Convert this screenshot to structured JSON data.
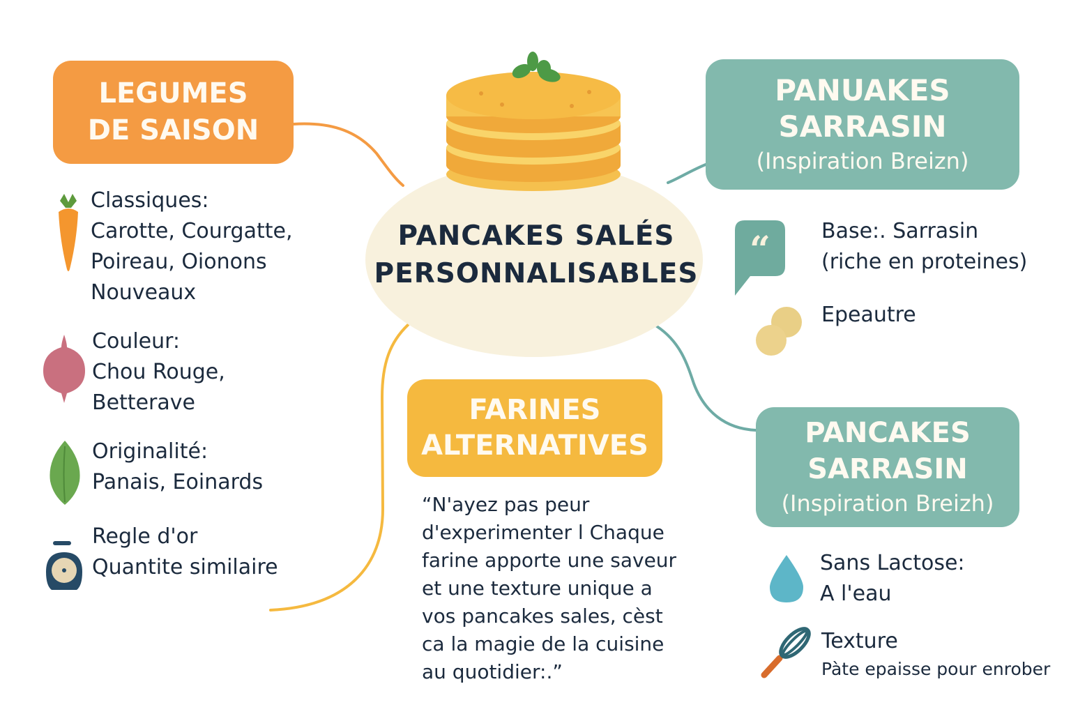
{
  "center": {
    "title_line1": "PANCAKES SALÉS",
    "title_line2": "PERSONNALISABLES",
    "icon": "pancake-stack-icon"
  },
  "colors": {
    "orange": "#f49b43",
    "yellow": "#f5b93f",
    "teal": "#82b9ad",
    "cream": "#f8f1dd",
    "text_dark": "#1b2a3d",
    "node_text": "#fffaf0"
  },
  "legumes": {
    "title_line1": "LEGUMES",
    "title_line2": "DE SAISON",
    "items": [
      {
        "icon": "carrot-icon",
        "lines": [
          "Classiques:",
          "Carotte, Courgatte,",
          "Poireau, Oionons",
          "Nouveaux"
        ]
      },
      {
        "icon": "beet-icon",
        "lines": [
          "Couleur:",
          "Chou Rouge,",
          "Betterave"
        ]
      },
      {
        "icon": "leaf-icon",
        "lines": [
          "Originalité:",
          "Panais, Eoinards"
        ]
      },
      {
        "icon": "kitchen-scale-icon",
        "lines": [
          "Regle d'or",
          "Quantite similaire"
        ]
      }
    ]
  },
  "sarrasin_top": {
    "title_line1": "PANUAKES",
    "title_line2": "SARRASIN",
    "subtitle": "(Inspiration Breizn)",
    "items": [
      {
        "icon": "quote-bubble-icon",
        "lines": [
          "Base:. Sarrasin",
          "(riche en proteines)"
        ]
      },
      {
        "icon": "grain-icon",
        "lines": [
          "Epeautre"
        ]
      }
    ]
  },
  "farines": {
    "title_line1": "FARINES",
    "title_line2": "ALTERNATIVES",
    "quote_lines": [
      "“N'ayez pas peur",
      "d'experimenter l Chaque",
      "farine apporte une saveur",
      "et une texture unique a",
      "vos pancakes sales, cèst",
      "ca la magie de la cuisine",
      "au quotidier:.”"
    ]
  },
  "sarrasin_bottom": {
    "title_line1": "PANCAKES",
    "title_line2": "SARRASIN",
    "subtitle": "(Inspiration Breizh)",
    "items": [
      {
        "icon": "water-drop-icon",
        "lines": [
          "Sans Lactose:",
          "A l'eau"
        ]
      },
      {
        "icon": "whisk-icon",
        "title": "Texture",
        "detail": "Pàte epaisse pour enrober"
      }
    ]
  }
}
